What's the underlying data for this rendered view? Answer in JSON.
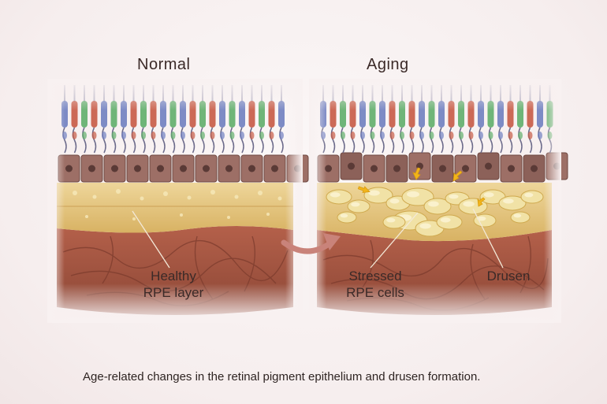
{
  "panels": {
    "normal": {
      "title": "Normal"
    },
    "aging": {
      "title": "Aging"
    }
  },
  "callouts": {
    "healthy_line1": "Healthy",
    "healthy_line2": "RPE layer",
    "stressed_line1": "Stressed",
    "stressed_line2": "RPE cells",
    "drusen": "Drusen"
  },
  "caption": "Age-related changes in the retinal pigment epithelium and drusen formation.",
  "colors": {
    "photoreceptor_blue": "#6f7fc0",
    "photoreceptor_red": "#c65a45",
    "photoreceptor_green": "#5fae6a",
    "rpe_cell": "#9d6f66",
    "rpe_nucleus": "#5a3a36",
    "bruchs_layer": "#e2c27a",
    "drusen": "#f1e2a6",
    "choroid": "#a0523f",
    "arrow": "#f2b51a",
    "transition_arrow": "#c9837a"
  }
}
